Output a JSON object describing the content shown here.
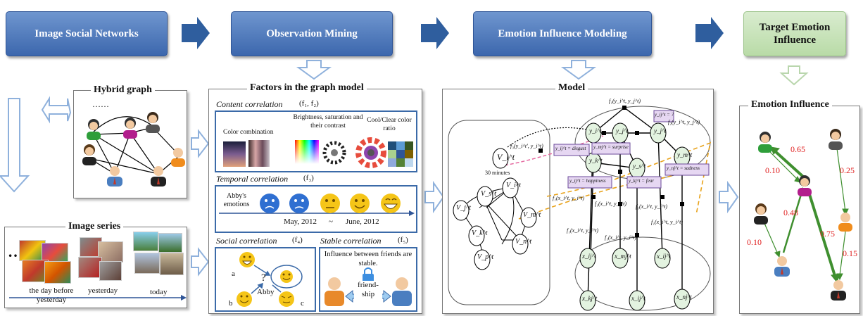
{
  "stages": {
    "s1": "Image Social Networks",
    "s2": "Observation Mining",
    "s3": "Emotion Influence Modeling",
    "s4": "Target Emotion Influence"
  },
  "hybrid": {
    "title": "Hybrid graph",
    "dots": "……"
  },
  "series": {
    "title": "Image series",
    "ellipsis": "…",
    "labels": [
      "the day before yesterday",
      "yesterday",
      "today"
    ]
  },
  "factors": {
    "title": "Factors in the graph model",
    "content": {
      "label": "Content correlation",
      "f": "(f₁, f₂)",
      "items": [
        "Color combination",
        "Brightness, saturation and their contrast",
        "Cool/Clear color ratio"
      ]
    },
    "temporal": {
      "label": "Temporal correlation",
      "f": "(f₃)",
      "owner": "Abby's emotions",
      "from": "May, 2012",
      "tilde": "~",
      "to": "June, 2012"
    },
    "social": {
      "label": "Social correlation",
      "f": "(f₄)",
      "names": [
        "a",
        "Abby",
        "b",
        "c"
      ],
      "q": "?"
    },
    "stable": {
      "label": "Stable correlation",
      "f": "(f₅)",
      "text": "Influence between friends are stable.",
      "rel": "friend-ship"
    }
  },
  "model": {
    "title": "Model",
    "left_nodes": [
      "V_j^t",
      "V_i^t",
      "V_s^t",
      "V_m^t",
      "V_j^t",
      "V_k^t",
      "V_p^t",
      "V_n^t"
    ],
    "y_nodes": [
      "y_i^t",
      "y_j^t",
      "y_k^t",
      "y_s^t",
      "y_j^t",
      "y_m^t"
    ],
    "x_nodes": [
      "x_ij^t",
      "x_mj^t",
      "x_ij^t",
      "x_kj^t",
      "x_ij^t",
      "x_nj^t"
    ],
    "emotions": [
      "y_ij^t = ?",
      "y_ij^t = disgust",
      "y_mj^t = surprise",
      "y_ij^t = happiness",
      "y_kj^t = fear",
      "y_nj^t = sadness"
    ],
    "minutes": "30 minutes",
    "factor_labels": [
      "f₃(y_i^t', y_i^t)",
      "f₁(y_i^t, y_j^t)",
      "f₂(y_i^t, y_j^t)",
      "f₁(x_i^t, y_i^t)",
      "f₁(x_i^t, y_i^t)",
      "f₁(x_i^t, y_i^t)",
      "f₁(x_i^t, y_i^t)",
      "f₁(x_i^t, y_i^t)",
      "f₁(x_i^t, y_i^t)"
    ]
  },
  "influence": {
    "title": "Emotion Influence",
    "weights": [
      "0.65",
      "0.10",
      "0.25",
      "0.48",
      "0.75",
      "0.10",
      "0.15"
    ]
  },
  "colors": {
    "stage_blue": "#4a74b9",
    "arrow_blue": "#2f5e9e",
    "hollow_arrow": "#8fb1dc",
    "green_box": "#c6e2b6",
    "weight_red": "#e02020",
    "edge_green": "#3f8f2f",
    "emo_box": "#e6d7f2"
  }
}
